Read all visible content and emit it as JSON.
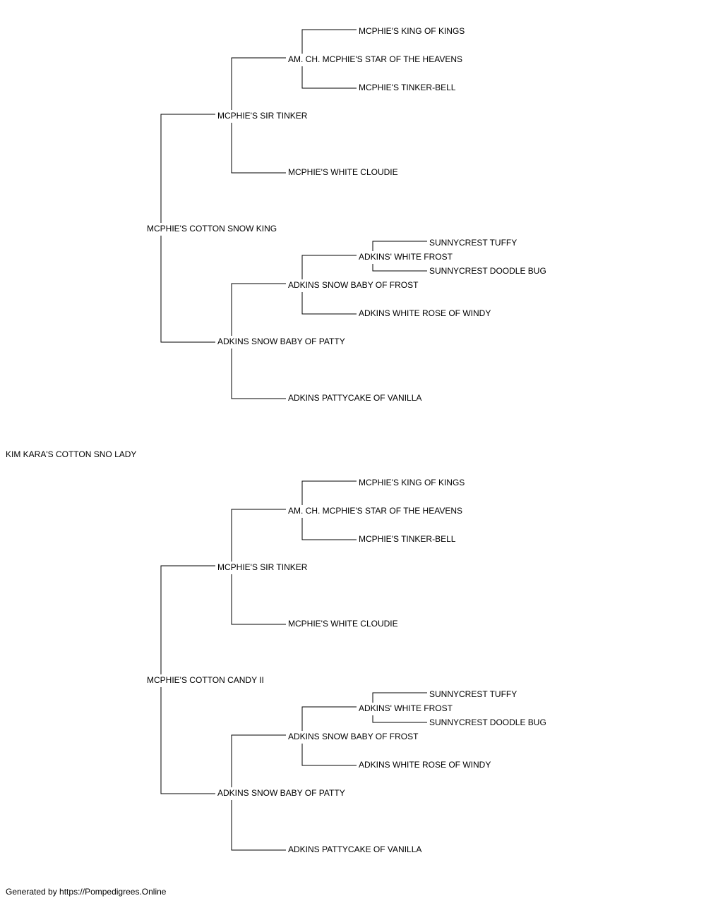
{
  "highlight_color": "#e8191c",
  "pedigree": {
    "subject": "KIM KARA'S COTTON SNO LADY",
    "sire": "MCPHIE'S COTTON SNOW KING",
    "dam": "MCPHIE'S COTTON CANDY II",
    "sire_sire": "MCPHIE'S SIR TINKER",
    "sire_dam": "ADKINS SNOW BABY OF PATTY",
    "dam_sire": "MCPHIE'S SIR TINKER",
    "dam_dam": "ADKINS SNOW BABY OF PATTY",
    "sire_sire_sire": "AM. CH. MCPHIE'S STAR OF THE HEAVENS",
    "sire_sire_dam": "MCPHIE'S WHITE CLOUDIE",
    "sire_dam_sire": "ADKINS SNOW BABY OF FROST",
    "sire_dam_dam": "ADKINS PATTYCAKE OF VANILLA",
    "dam_sire_sire": "AM. CH. MCPHIE'S STAR OF THE HEAVENS",
    "dam_sire_dam": "MCPHIE'S WHITE CLOUDIE",
    "dam_dam_sire": "ADKINS SNOW BABY OF FROST",
    "dam_dam_dam": "ADKINS PATTYCAKE OF VANILLA",
    "sire_sire_sire_sire": "MCPHIE'S KING OF KINGS",
    "sire_sire_sire_dam": "MCPHIE'S TINKER-BELL",
    "sire_dam_sire_sire": "ADKINS' WHITE FROST",
    "sire_dam_sire_dam": "ADKINS WHITE ROSE OF WINDY",
    "dam_sire_sire_sire": "MCPHIE'S KING OF KINGS",
    "dam_sire_sire_dam": "MCPHIE'S TINKER-BELL",
    "dam_dam_sire_sire": "ADKINS' WHITE FROST",
    "dam_dam_sire_dam": "ADKINS WHITE ROSE OF WINDY",
    "sire_dam_sire_sire_sire": "SUNNYCREST TUFFY",
    "sire_dam_sire_sire_dam": "SUNNYCREST DOODLE BUG",
    "dam_dam_sire_sire_sire": "SUNNYCREST TUFFY",
    "dam_dam_sire_sire_dam": "SUNNYCREST DOODLE BUG"
  },
  "footer": "Generated by https://Pompedigrees.Online"
}
